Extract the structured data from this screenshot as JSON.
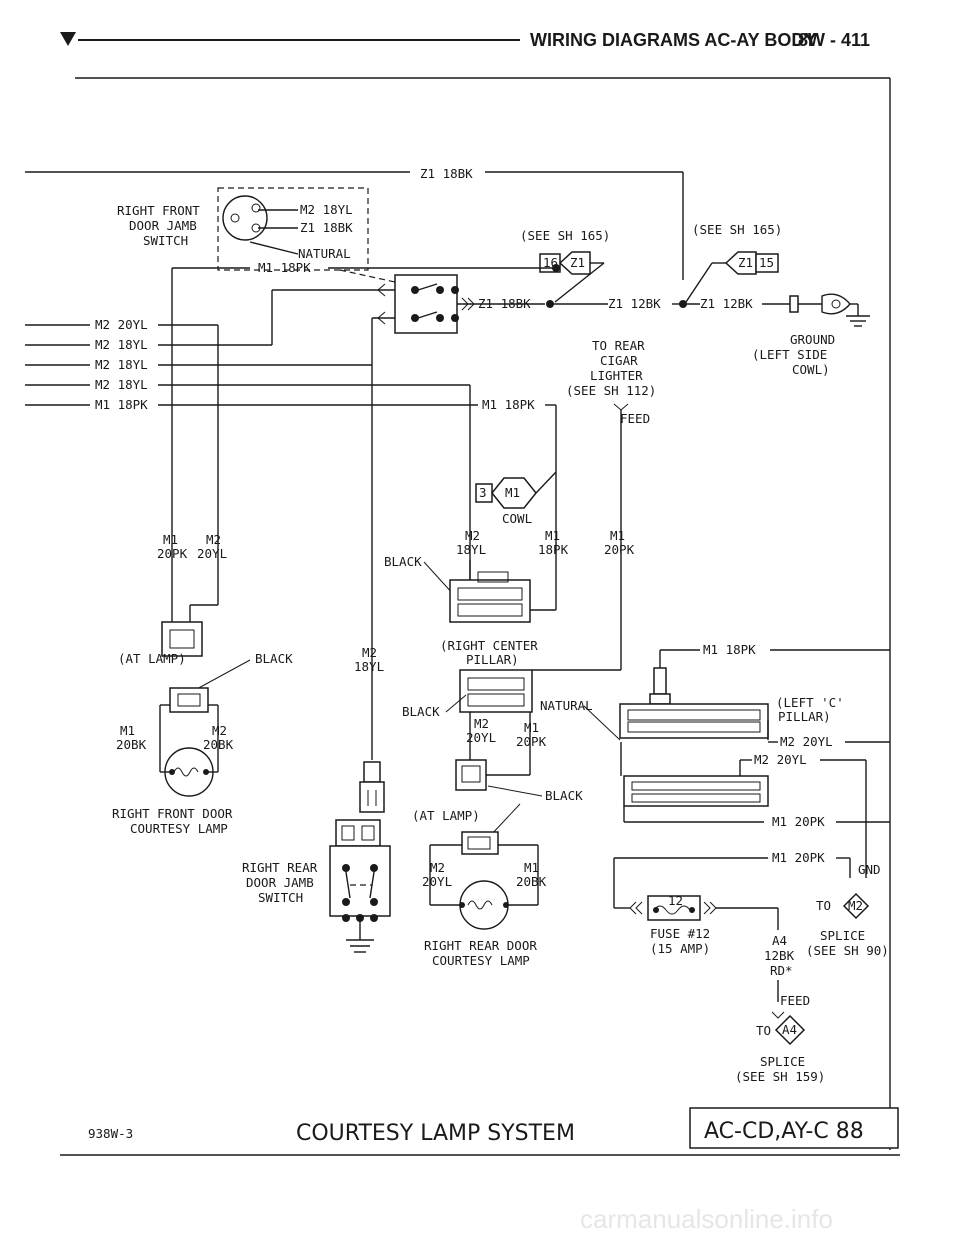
{
  "header": {
    "title": "WIRING DIAGRAMS AC-AY BODY",
    "page": "8W - 411"
  },
  "footer": {
    "ref": "938W-3",
    "system": "COURTESY LAMP SYSTEM",
    "models": "AC-CD,AY-C 88"
  },
  "watermark": "carmanualsonline.info",
  "labels": {
    "z1_18bk_top": "Z1 18BK",
    "rf_switch": [
      "RIGHT FRONT",
      "DOOR JAMB",
      "SWITCH"
    ],
    "rf_m2_18yl": "M2 18YL",
    "rf_z1_18bk": "Z1 18BK",
    "natural": "NATURAL",
    "see_sh_165_a": "(SEE SH 165)",
    "see_sh_165_b": "(SEE SH 165)",
    "splice_16": "16",
    "splice_z1": "Z1",
    "splice_z1_b": "Z1",
    "splice_15": "15",
    "z1_18bk_mid": "Z1 18BK",
    "z1_12bk_a": "Z1 12BK",
    "z1_12bk_b": "Z1 12BK",
    "to_rear_cigar": [
      "TO REAR",
      "CIGAR",
      "LIGHTER",
      "(SEE SH 112)"
    ],
    "ground_left": [
      "GROUND",
      "(LEFT SIDE",
      "COWL)"
    ],
    "wire_m2_20yl": "M2 20YL",
    "wire_m2_18yl_1": "M2 18YL",
    "wire_m2_18yl_2": "M2 18YL",
    "wire_m2_18yl_3": "M2 18YL",
    "wire_m1_18pk": "M1 18PK",
    "m1_18pk_a": "M1 18PK",
    "feed_top": "FEED",
    "m1_18pk_b": "M1 18PK",
    "cowl_3": "3",
    "cowl_m1": "M1",
    "cowl": "COWL",
    "m1_20pk_left": [
      "M1",
      "20PK"
    ],
    "m2_20yl_left": [
      "M2",
      "20YL"
    ],
    "m2_18yl_c": [
      "M2",
      "18YL"
    ],
    "m1_18pk_c": [
      "M1",
      "18PK"
    ],
    "m1_20pk_c": [
      "M1",
      "20PK"
    ],
    "black_a": "BLACK",
    "at_lamp_a": "(AT LAMP)",
    "black_b": "BLACK",
    "m2_18yl_d": [
      "M2",
      "18YL"
    ],
    "right_center": [
      "(RIGHT CENTER",
      "PILLAR)"
    ],
    "m1_18pk_d": "M1 18PK",
    "black_c": "BLACK",
    "natural_b": "NATURAL",
    "left_c_pillar": [
      "(LEFT 'C'",
      "PILLAR)"
    ],
    "lamp_m1_20bk": [
      "M1",
      "20BK"
    ],
    "lamp_m2_20bk": [
      "M2",
      "20BK"
    ],
    "m2_20yl_b": [
      "M2",
      "20YL"
    ],
    "m1_20pk_b": [
      "M1",
      "20PK"
    ],
    "m2_20yl_e": "M2 20YL",
    "m2_20yl_f": "M2 20YL",
    "black_d": "BLACK",
    "rf_courtesy": [
      "RIGHT FRONT DOOR",
      "COURTESY LAMP"
    ],
    "at_lamp_b": "(AT LAMP)",
    "m1_20pk_d": "M1 20PK",
    "m1_20pk_e": "M1 20PK",
    "gnd": "GND",
    "rr_switch": [
      "RIGHT REAR",
      "DOOR JAMB",
      "SWITCH"
    ],
    "rr_m2_20yl": [
      "M2",
      "20YL"
    ],
    "rr_m1_20bk": [
      "M1",
      "20BK"
    ],
    "to_m2": "TO",
    "m2_tag": "M2",
    "splice_sh90": [
      "SPLICE",
      "(SEE SH 90)"
    ],
    "fuse_12": "12",
    "fuse": [
      "FUSE #12",
      "(15 AMP)"
    ],
    "a4_wire": [
      "A4",
      "12BK",
      "RD*"
    ],
    "rr_courtesy": [
      "RIGHT REAR DOOR",
      "COURTESY LAMP"
    ],
    "feed_bottom": "FEED",
    "to_a4": "TO",
    "a4_tag": "A4",
    "splice_sh159": [
      "SPLICE",
      "(SEE SH 159)"
    ]
  }
}
